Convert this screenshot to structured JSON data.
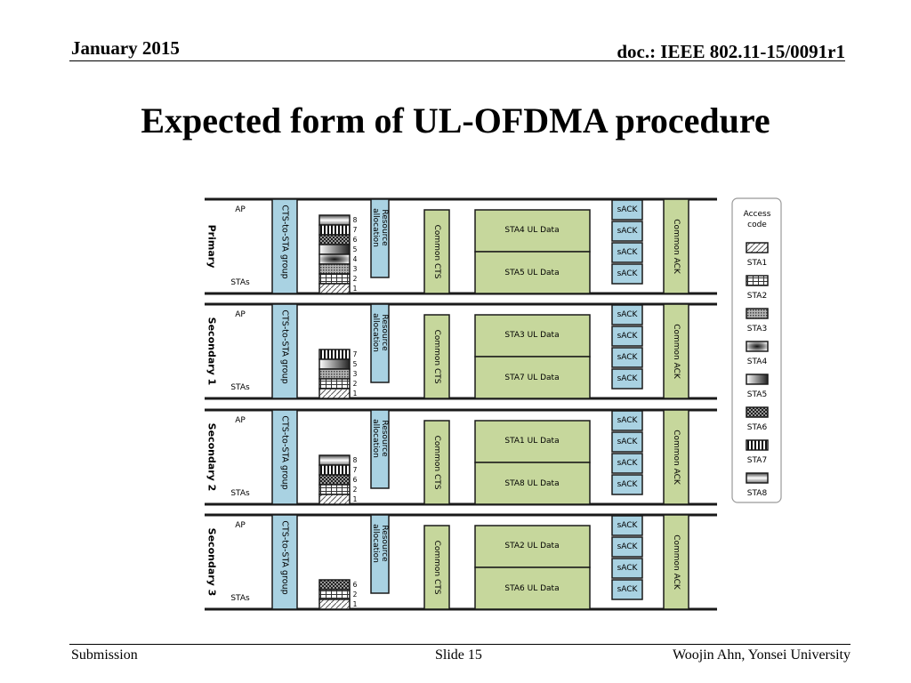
{
  "header": {
    "date": "January 2015",
    "doc": "doc.: IEEE 802.11-15/0091r1"
  },
  "title": "Expected form of UL-OFDMA procedure",
  "footer": {
    "left": "Submission",
    "center": "Slide 15",
    "right": "Woojin Ahn, Yonsei University"
  },
  "diagram": {
    "labels": {
      "ap": "AP",
      "stas": "STAs",
      "cts_group": "CTS-to-STA group",
      "resource_allocation": [
        "Resource",
        "allocation"
      ],
      "common_cts": "Common CTS",
      "sack": "sACK",
      "common_ack": "Common ACK"
    },
    "channels": [
      {
        "name": "Primary",
        "access_codes": [
          "8",
          "7",
          "6",
          "5",
          "4",
          "3",
          "2",
          "1"
        ],
        "data": [
          "STA4 UL Data",
          "STA5 UL Data"
        ]
      },
      {
        "name": "Secondary 1",
        "access_codes": [
          "7",
          "5",
          "3",
          "2",
          "1"
        ],
        "data": [
          "STA3 UL Data",
          "STA7 UL Data"
        ]
      },
      {
        "name": "Secondary 2",
        "access_codes": [
          "8",
          "7",
          "6",
          "2",
          "1"
        ],
        "data": [
          "STA1 UL Data",
          "STA8 UL Data"
        ]
      },
      {
        "name": "Secondary 3",
        "access_codes": [
          "6",
          "2",
          "1"
        ],
        "data": [
          "STA2 UL Data",
          "STA6 UL Data"
        ]
      }
    ],
    "legend": {
      "title": [
        "Access",
        "code"
      ],
      "items": [
        "STA1",
        "STA2",
        "STA3",
        "STA4",
        "STA5",
        "STA6",
        "STA7",
        "STA8"
      ]
    },
    "colors": {
      "blue": "#a9d2e2",
      "green": "#c6d79c",
      "line": "#1a1a1a"
    }
  }
}
